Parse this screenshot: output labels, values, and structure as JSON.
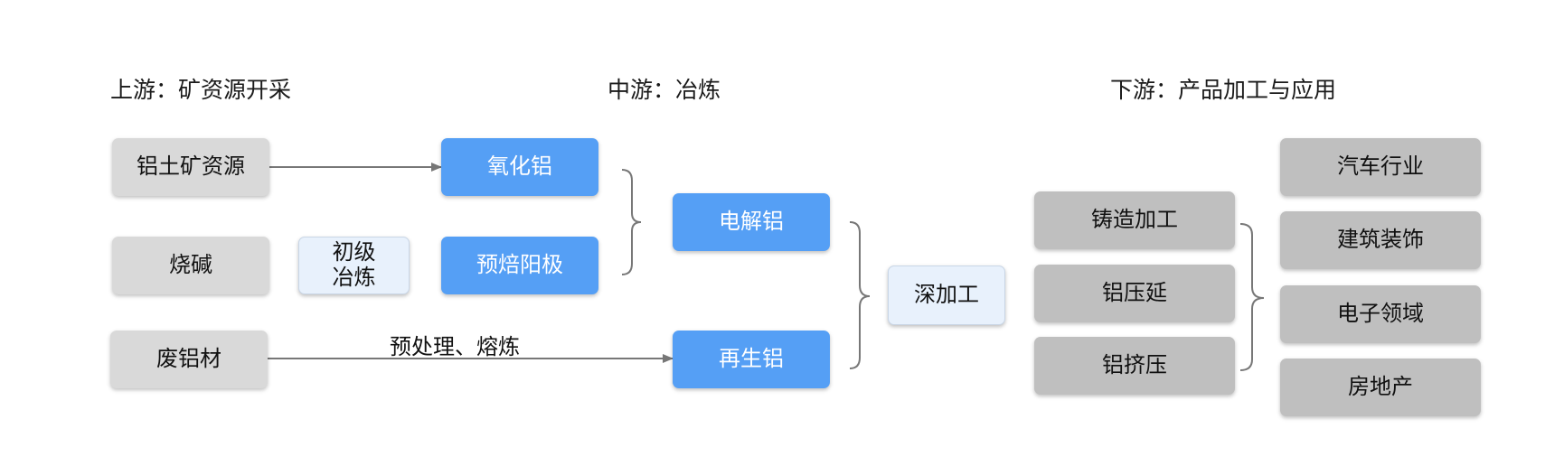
{
  "headers": {
    "upstream": "上游：矿资源开采",
    "midstream": "中游：冶炼",
    "downstream": "下游：产品加工与应用"
  },
  "nodes": {
    "bauxite": "铝土矿资源",
    "caustic_soda": "烧碱",
    "primary_smelting": [
      "初级",
      "冶炼"
    ],
    "scrap_aluminum": "废铝材",
    "alumina": "氧化铝",
    "prebaked_anode": "预焙阳极",
    "electrolytic_aluminum": "电解铝",
    "recycled_aluminum": "再生铝",
    "deep_processing": "深加工",
    "casting": "铸造加工",
    "rolling": "铝压延",
    "extrusion": "铝挤压",
    "automotive": "汽车行业",
    "construction": "建筑装饰",
    "electronics": "电子领域",
    "real_estate": "房地产"
  },
  "edge_labels": {
    "scrap_to_recycled": "预处理、熔炼"
  },
  "colors": {
    "blue": "#559ff5",
    "grey_light": "#d9d9d9",
    "grey_dark": "#bfbfbf",
    "pale_blue": "#e8f1fc",
    "connector": "#777777"
  }
}
